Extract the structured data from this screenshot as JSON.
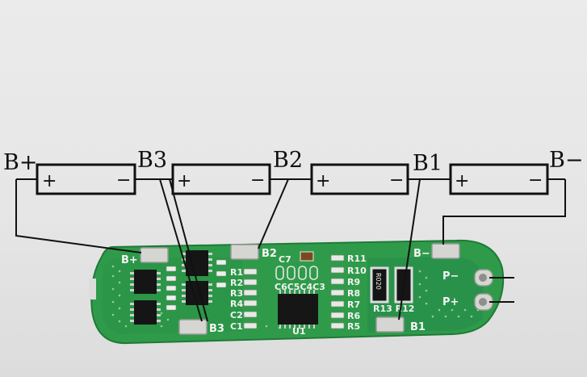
{
  "terminals": {
    "b_plus": "B+",
    "b3": "B3",
    "b2": "B2",
    "b1": "B1",
    "b_minus": "B−"
  },
  "cell_signs": {
    "positive": "+",
    "negative": "−"
  },
  "board": {
    "pad_b_plus": "B+",
    "pad_b2": "B2",
    "pad_b3": "B3",
    "pad_b1": "B1",
    "pad_b_minus": "B−",
    "pad_p_minus": "P−",
    "pad_p_plus": "P+",
    "ic": "U1",
    "cap_c7": "C7",
    "caps_row": "C6C5C4C3",
    "left_components": [
      "R1",
      "R2",
      "R3",
      "R4",
      "C2",
      "C1"
    ],
    "right_components": [
      "R11",
      "R10",
      "R9",
      "R8",
      "R7",
      "R6",
      "R5"
    ],
    "shunt_label": "R020",
    "shunt_resistors": "R13 R12"
  },
  "colors": {
    "pcb": "#2f9b4a",
    "pcb_dark": "#1f7a37",
    "pad": "#c9c9c6",
    "wire": "#111111"
  }
}
